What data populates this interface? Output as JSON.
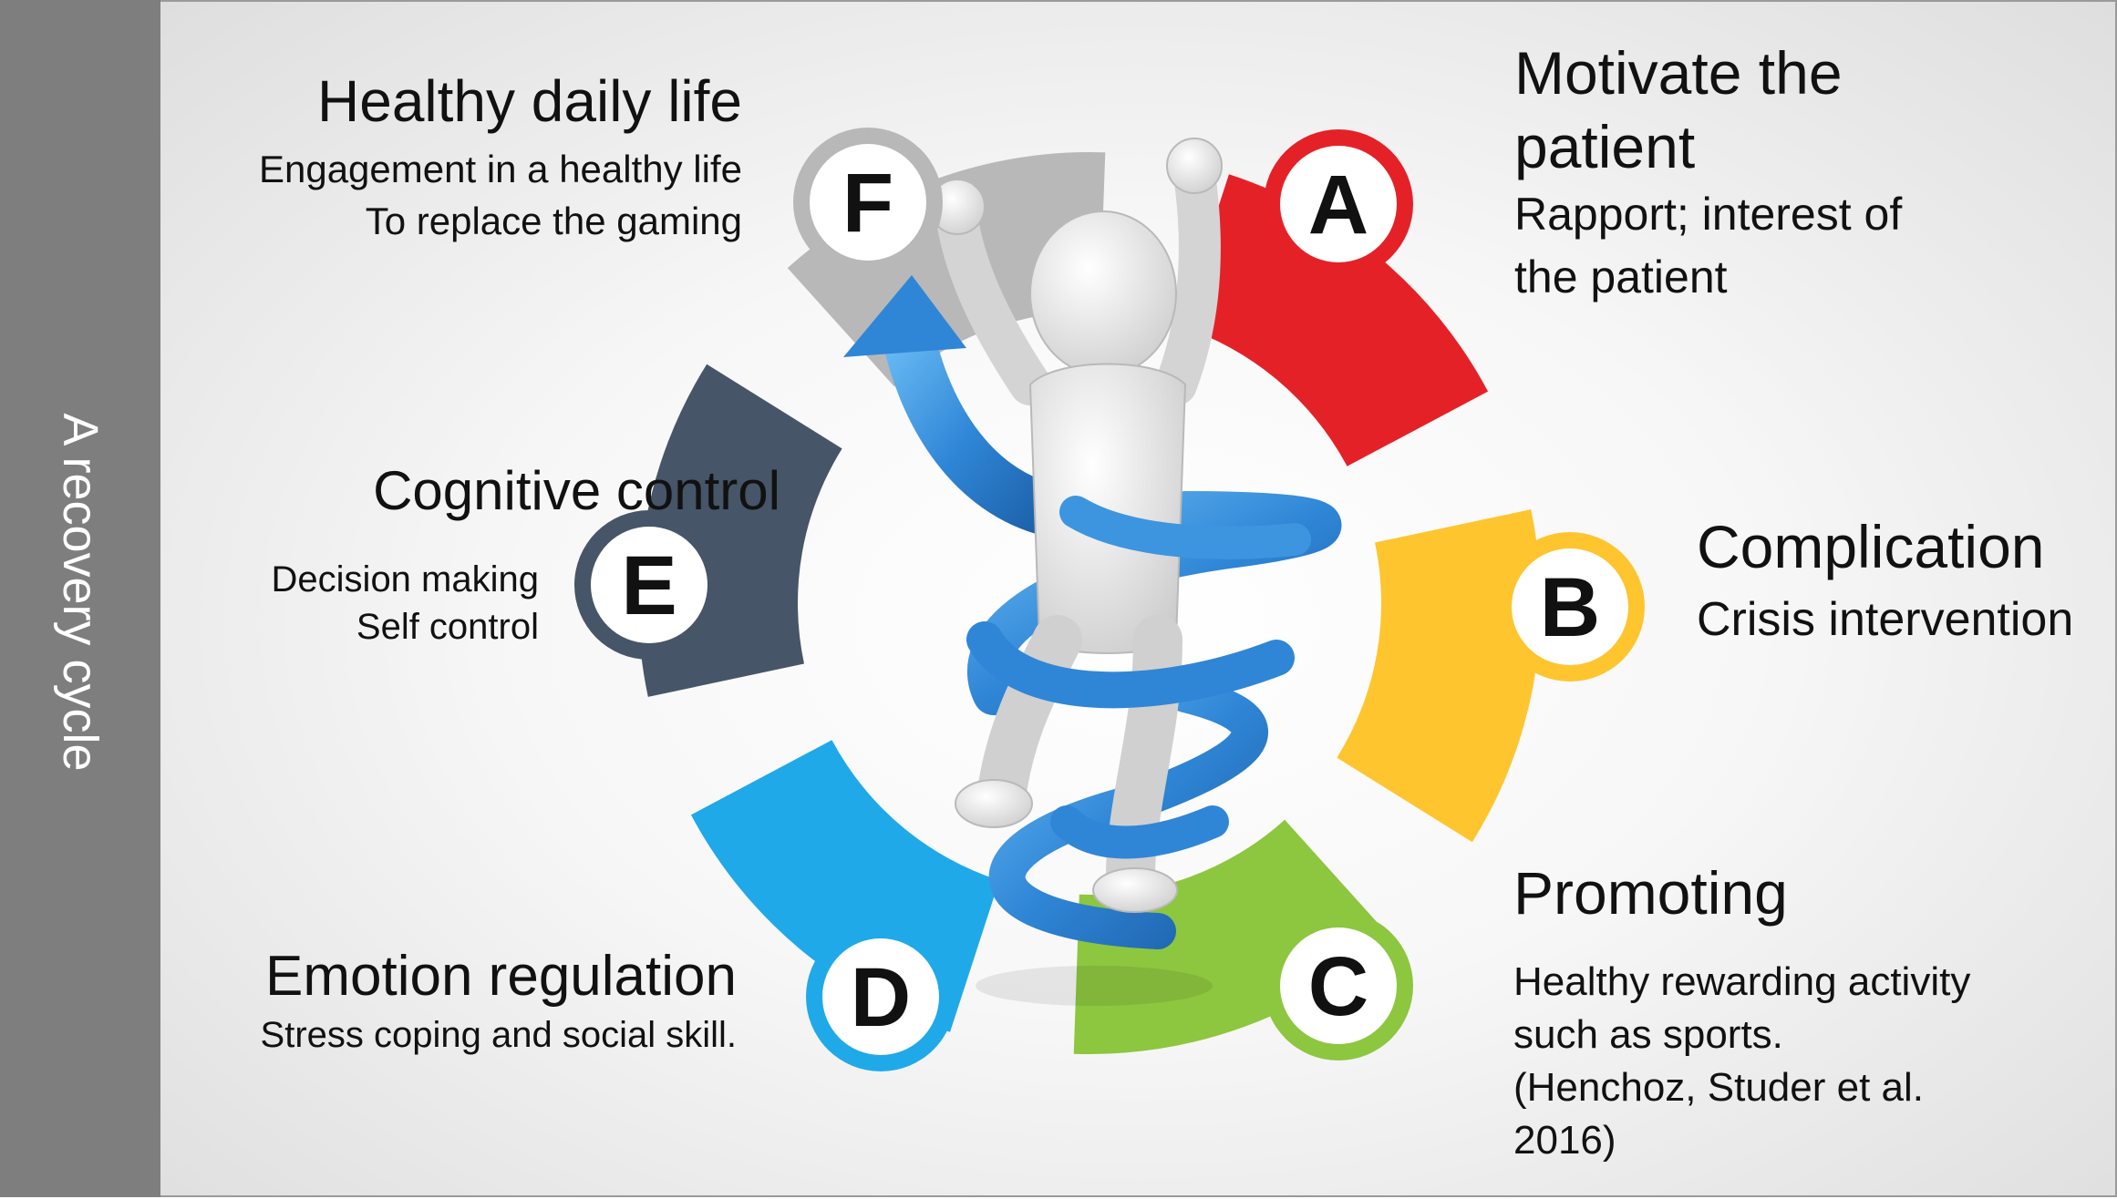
{
  "sidebar": {
    "title": "A recovery cycle"
  },
  "colors": {
    "a": "#e52128",
    "b": "#ffc52f",
    "c": "#8dc63f",
    "d": "#20a9e8",
    "e": "#465568",
    "f": "#b8b8b8",
    "arrow": "#2f86d6",
    "figure": "#e8e8e8",
    "sidebar": "#7e7e7e"
  },
  "illustration": {
    "figure": "cheering-figure-icon",
    "spiral": "upward-spiral-arrow-icon"
  },
  "steps": [
    {
      "letter": "A",
      "title": "Motivate the patient",
      "title_lines": [
        "Motivate the",
        "patient"
      ],
      "desc_lines": [
        "Rapport; interest of",
        "the patient"
      ]
    },
    {
      "letter": "B",
      "title": "Complication",
      "title_lines": [
        "Complication"
      ],
      "desc_lines": [
        "Crisis intervention"
      ]
    },
    {
      "letter": "C",
      "title": "Promoting",
      "title_lines": [
        "Promoting"
      ],
      "desc_lines": [
        "Healthy rewarding activity",
        "such as sports.",
        "(Henchoz, Studer et al.",
        "2016)"
      ]
    },
    {
      "letter": "D",
      "title": "Emotion regulation",
      "title_lines": [
        "Emotion regulation"
      ],
      "desc_lines": [
        "Stress coping and social skill."
      ]
    },
    {
      "letter": "E",
      "title": "Cognitive control",
      "title_lines": [
        "Cognitive control"
      ],
      "desc_lines": [
        "Decision making",
        "Self control"
      ]
    },
    {
      "letter": "F",
      "title": "Healthy daily life",
      "title_lines": [
        "Healthy daily life"
      ],
      "desc_lines": [
        "Engagement in a healthy life",
        "To replace the gaming"
      ]
    }
  ]
}
